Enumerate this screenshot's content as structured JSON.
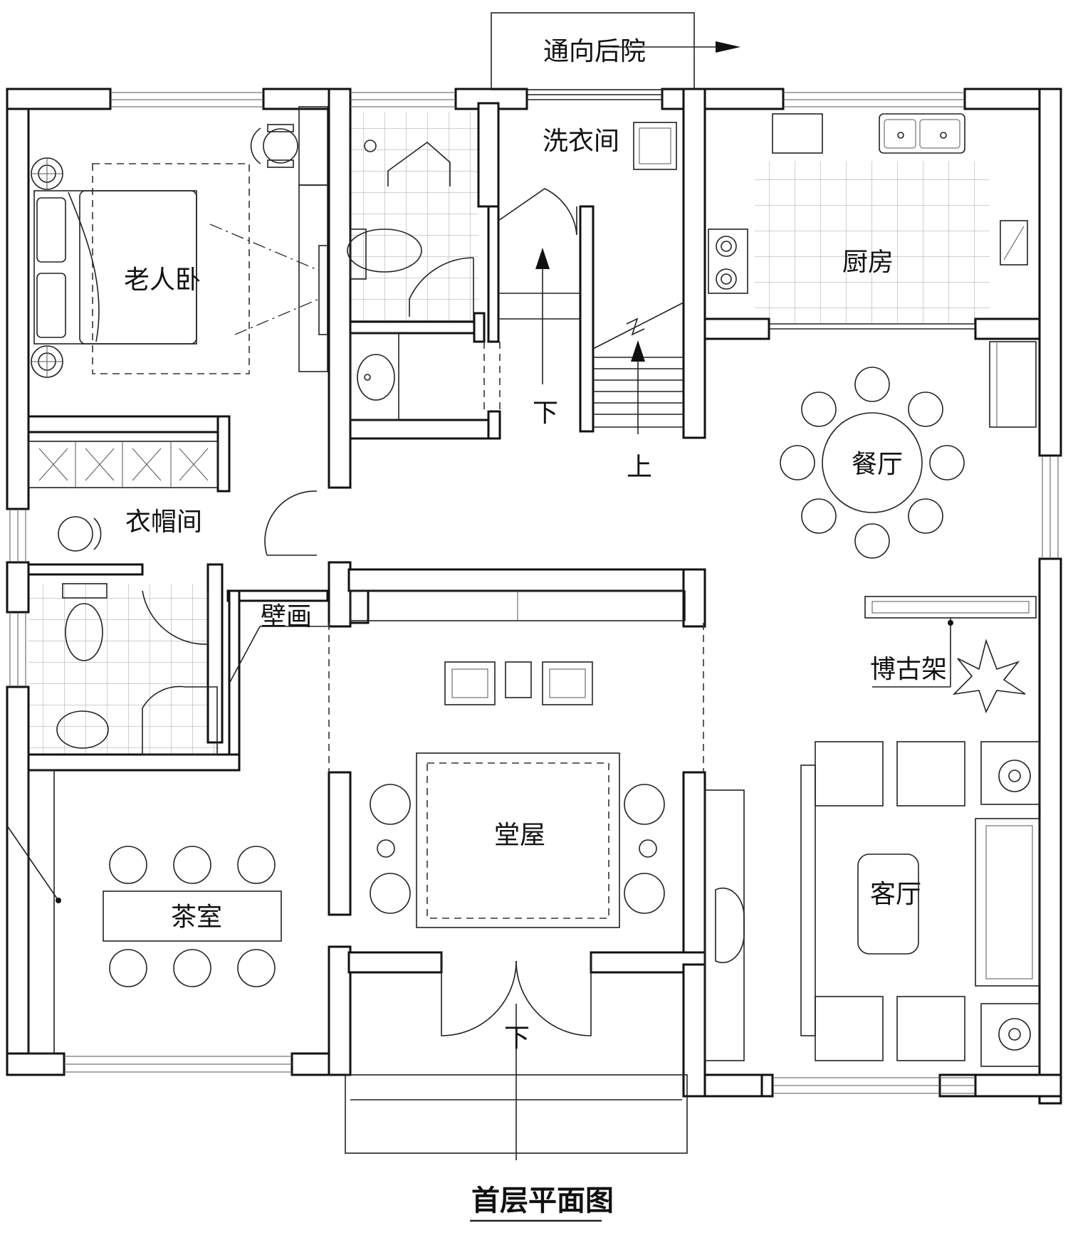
{
  "plan": {
    "title": "首层平面图",
    "rooms": {
      "elder_bedroom": "老人卧",
      "laundry": "洗衣间",
      "kitchen": "厨房",
      "dining": "餐厅",
      "cloakroom": "衣帽间",
      "mural": "壁画",
      "antique_shelf": "博古架",
      "main_hall": "堂屋",
      "tea_room": "茶室",
      "living": "客厅"
    },
    "annotations": {
      "to_backyard": "通向后院",
      "stair_down": "下",
      "stair_up": "上",
      "entrance_down": "下"
    }
  }
}
